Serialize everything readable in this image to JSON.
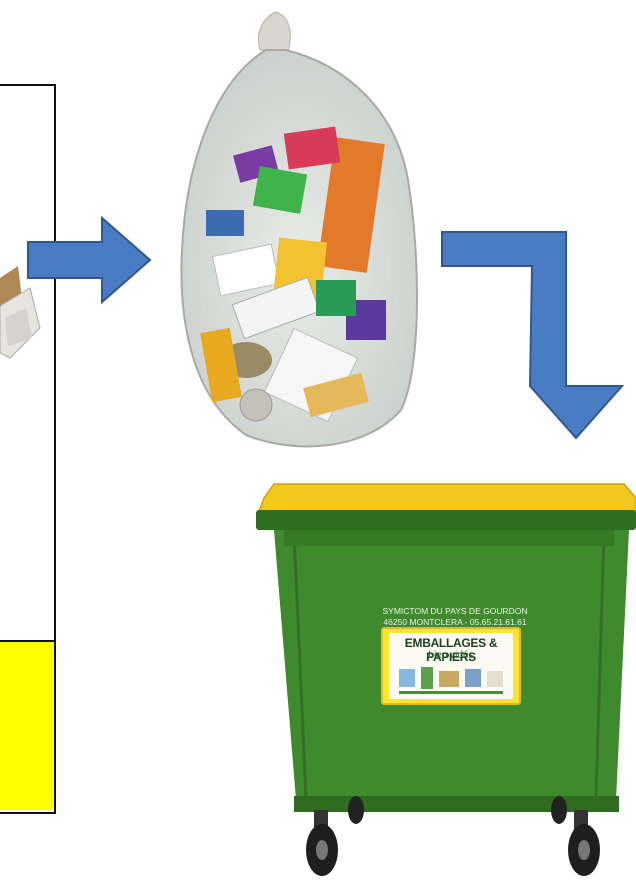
{
  "bin_sticker": {
    "org_line1": "SYMICTOM DU PAYS DE GOURDON",
    "org_line2": "46250 MONTCLERA - 05.65.21.61.61",
    "title": "EMBALLAGES & PAPIERS",
    "subtitle": "bien vidés"
  },
  "icons": {
    "arrow": "right-arrow-icon",
    "elbow_arrow": "elbow-down-arrow-icon",
    "bag": "recycling-bag-icon",
    "bin": "wheelie-bin-icon"
  },
  "colors": {
    "arrow_fill": "#4a7cc4",
    "arrow_stroke": "#2f5891",
    "bin_body": "#3f8a2c",
    "bin_lid": "#f0c81e",
    "highlight_box": "#ffff00"
  }
}
